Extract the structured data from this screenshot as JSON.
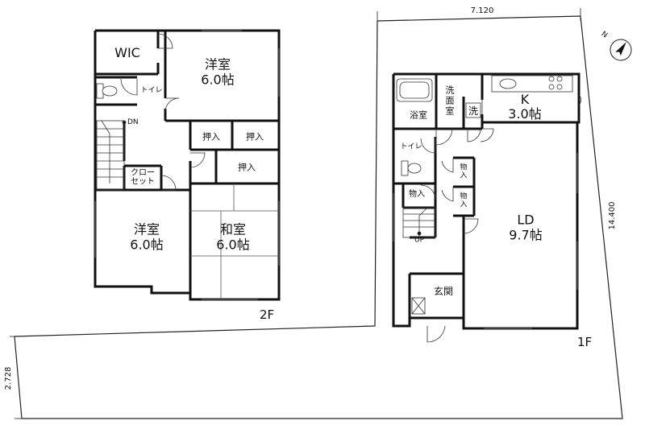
{
  "floor2": {
    "floor_label": "2F",
    "rooms": {
      "wic": "WIC",
      "western_a_name": "洋室",
      "western_a_size": "6.0帖",
      "toilet": "トイレ",
      "stairs_dn": "DN",
      "oshiire_1": "押入",
      "oshiire_2": "押入",
      "oshiire_3": "押入",
      "closet_l1": "クロー",
      "closet_l2": "セット",
      "western_b_name": "洋室",
      "western_b_size": "6.0帖",
      "japanese_name": "和室",
      "japanese_size": "6.0帖"
    }
  },
  "floor1": {
    "floor_label": "1F",
    "rooms": {
      "bath": "浴室",
      "washroom_l1": "洗",
      "washroom_l2": "面",
      "washroom_l3": "室",
      "laundry": "洗",
      "kitchen_name": "K",
      "kitchen_size": "3.0帖",
      "toilet": "トイレ",
      "storage_1": "物入",
      "storage_2_l1": "物",
      "storage_2_l2": "入",
      "storage_3_l1": "物",
      "storage_3_l2": "入",
      "stairs_up": "UP",
      "ld_name": "LD",
      "ld_size": "9.7帖",
      "entrance": "玄関"
    }
  },
  "site": {
    "dim_top": "7.120",
    "dim_right": "14.400",
    "dim_left": "2.728",
    "compass": "N"
  }
}
